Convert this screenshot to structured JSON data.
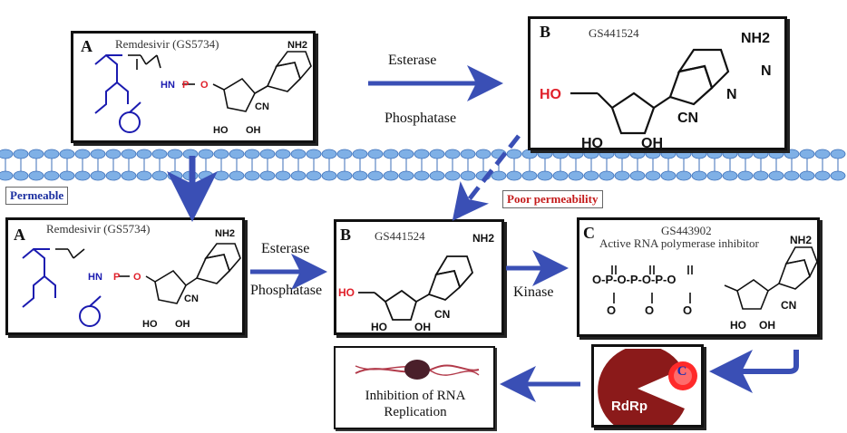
{
  "panels": {
    "top_a": {
      "letter": "A",
      "title": "Remdesivir (GS5734)"
    },
    "top_b": {
      "letter": "B",
      "title": "GS441524"
    },
    "mid_a": {
      "letter": "A",
      "title": "Remdesivir (GS5734)"
    },
    "mid_b": {
      "letter": "B",
      "title": "GS441524"
    },
    "mid_c": {
      "letter": "C",
      "title": "GS443902",
      "subtitle": "Active RNA polymerase inhibitor"
    }
  },
  "chem_labels": {
    "nh2": "NH2",
    "hn": "HN",
    "p": "P",
    "o": "O",
    "cn": "CN",
    "ho": "HO",
    "oh_left": "HO",
    "oh_right": "OH",
    "n": "N"
  },
  "polyphosphate_text": "O-P-O-P-O-P-O",
  "labels": {
    "esterase_top": "Esterase",
    "phosphatase_top": "Phosphatase",
    "esterase_mid": "Esterase",
    "phosphatase_mid": "Phosphatase",
    "kinase": "Kinase",
    "permeable": "Permeable",
    "poor_permeability": "Poor permeability"
  },
  "rdrp": {
    "label": "RdRp",
    "badge": "C"
  },
  "inhibition": {
    "line1": "Inhibition of RNA",
    "line2": "Replication"
  },
  "colors": {
    "arrow": "#3a4fb5",
    "membrane": "#7fb0e6",
    "membrane_edge": "#3d6fb8",
    "rdrp": "#8b1a1a",
    "badge": "#ff2a2a",
    "blue_chem": "#1b1bb0",
    "red_chem": "#e0202a",
    "permeable_text": "#1b2fa0",
    "poor_text": "#c41b1b"
  }
}
